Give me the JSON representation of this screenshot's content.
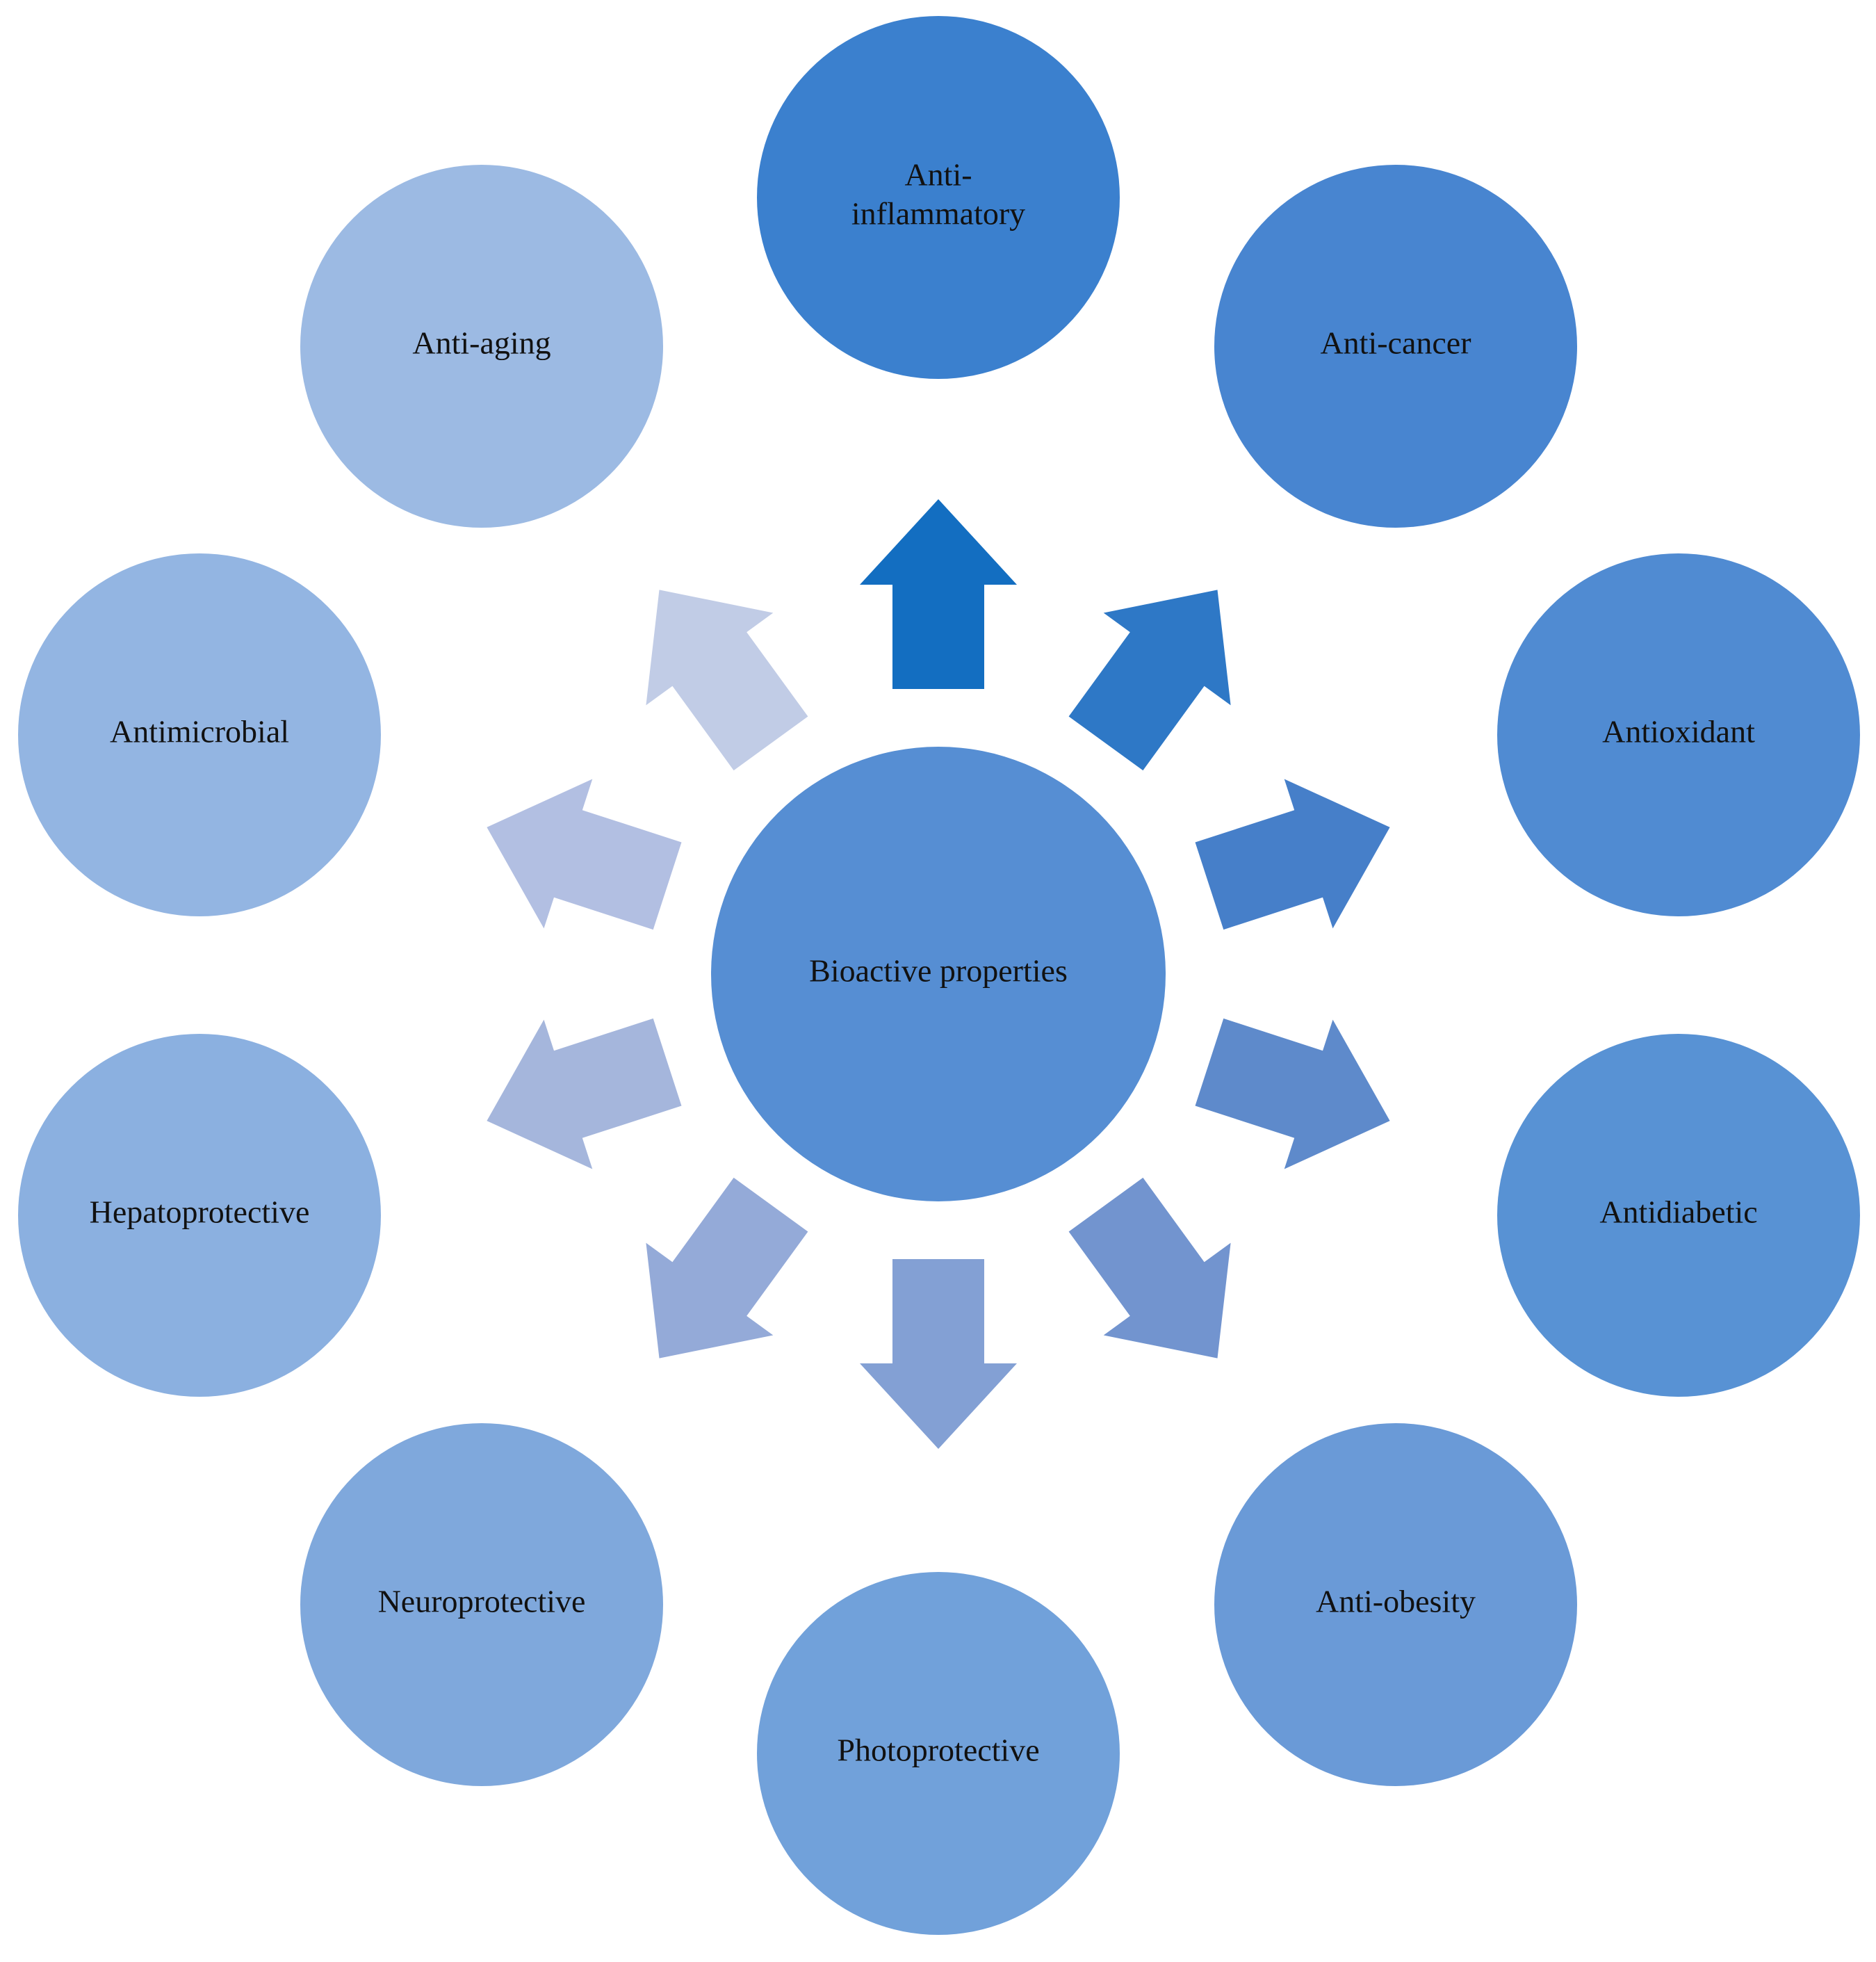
{
  "center": {
    "label": "Bioactive properties",
    "color": "#568ed3"
  },
  "nodes": [
    {
      "label": [
        "Anti-",
        "inflammatory"
      ],
      "color": "#3b80ce",
      "arrow_color": "#136ec1"
    },
    {
      "label": [
        "Anti-cancer"
      ],
      "color": "#4885d0",
      "arrow_color": "#2e78c6"
    },
    {
      "label": [
        "Antioxidant"
      ],
      "color": "#508bd2",
      "arrow_color": "#467fc9"
    },
    {
      "label": [
        "Antidiabetic"
      ],
      "color": "#5892d4",
      "arrow_color": "#5e8acb"
    },
    {
      "label": [
        "Anti-obesity"
      ],
      "color": "#6a9ad7",
      "arrow_color": "#7294cf"
    },
    {
      "label": [
        "Photoprotective"
      ],
      "color": "#71a1da",
      "arrow_color": "#83a0d4"
    },
    {
      "label": [
        "Neuroprotective"
      ],
      "color": "#7fa8dc",
      "arrow_color": "#94aad8"
    },
    {
      "label": [
        "Hepatoprotective"
      ],
      "color": "#8bb0e0",
      "arrow_color": "#a5b6dc"
    },
    {
      "label": [
        "Antimicrobial"
      ],
      "color": "#93b5e2",
      "arrow_color": "#b2bfe2"
    },
    {
      "label": [
        "Anti-aging"
      ],
      "color": "#9cbae3",
      "arrow_color": "#c1cce6"
    }
  ]
}
